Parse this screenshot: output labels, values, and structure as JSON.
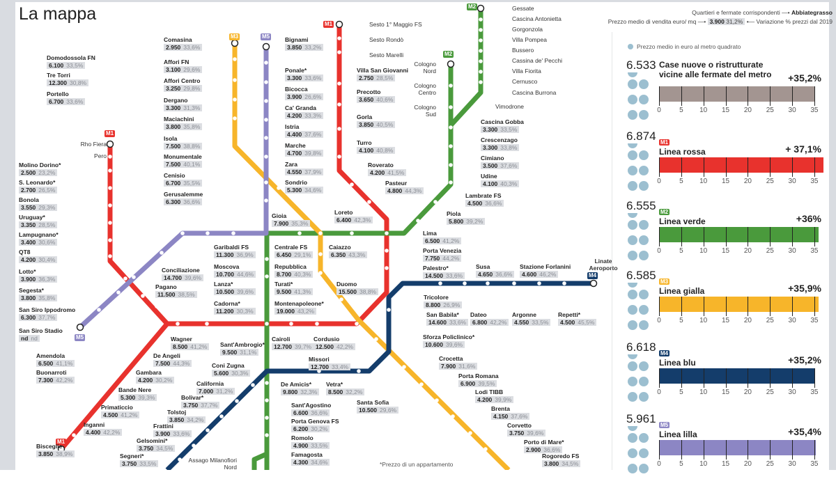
{
  "title": "La mappa",
  "legend": {
    "label_station": "Quartieri e fermate corrispondenti",
    "example_station": "Abbiategrasso",
    "label_price": "Prezzo medio di vendita euro/ mq",
    "example_price": "3.900",
    "example_pct": "31,2%",
    "label_pct": "Variazione % prezzi dal 2019"
  },
  "footnote": "*Prezzo di un appartamento",
  "lines": {
    "M1": {
      "code": "M1",
      "color": "#e8322d"
    },
    "M2": {
      "code": "M2",
      "color": "#4a9a3c"
    },
    "M3": {
      "code": "M3",
      "color": "#f7b52a"
    },
    "M4": {
      "code": "M4",
      "color": "#143d6b"
    },
    "M5": {
      "code": "M5",
      "color": "#8c86c4"
    }
  },
  "stations": [
    {
      "name": "Domodossola FN",
      "price": "6.100",
      "pct": "33,5%"
    },
    {
      "name": "Tre Torri",
      "price": "12.300",
      "pct": "30,8%"
    },
    {
      "name": "Portello",
      "price": "6.700",
      "pct": "33,6%"
    },
    {
      "name": "Molino Dorino*",
      "price": "2.500",
      "pct": "23,2%"
    },
    {
      "name": "S. Leonardo*",
      "price": "2.700",
      "pct": "26,5%"
    },
    {
      "name": "Bonola",
      "price": "3.550",
      "pct": "29,3%"
    },
    {
      "name": "Uruguay*",
      "price": "3.350",
      "pct": "28,5%"
    },
    {
      "name": "Lampugnano*",
      "price": "3.400",
      "pct": "30,6%"
    },
    {
      "name": "QT8",
      "price": "4.200",
      "pct": "30,4%"
    },
    {
      "name": "Lotto*",
      "price": "3.900",
      "pct": "36,3%"
    },
    {
      "name": "Segesta*",
      "price": "3.800",
      "pct": "35,8%"
    },
    {
      "name": "San Siro Ippodromo",
      "price": "6.300",
      "pct": "37,7%"
    },
    {
      "name": "San Siro Stadio",
      "price": "nd",
      "pct": "nd"
    },
    {
      "name": "Amendola",
      "price": "6.500",
      "pct": "41,1%"
    },
    {
      "name": "Buonarroti",
      "price": "7.300",
      "pct": "42,2%"
    },
    {
      "name": "Wagner",
      "price": "8.500",
      "pct": "41,2%"
    },
    {
      "name": "De Angeli",
      "price": "7.500",
      "pct": "44,3%"
    },
    {
      "name": "Gambara",
      "price": "4.200",
      "pct": "30,2%"
    },
    {
      "name": "Bande Nere",
      "price": "5.300",
      "pct": "39,3%"
    },
    {
      "name": "Primaticcio",
      "price": "4.500",
      "pct": "41,2%"
    },
    {
      "name": "Inganni",
      "price": "4.400",
      "pct": "42,2%"
    },
    {
      "name": "Bisceglie",
      "price": "3.850",
      "pct": "38,9%"
    },
    {
      "name": "Conciliazione",
      "price": "14.700",
      "pct": "39,6%"
    },
    {
      "name": "Pagano",
      "price": "11.500",
      "pct": "38,5%"
    },
    {
      "name": "Comasina",
      "price": "2.950",
      "pct": "33,6%"
    },
    {
      "name": "Affori FN",
      "price": "3.100",
      "pct": "29,6%"
    },
    {
      "name": "Affori Centro",
      "price": "3.250",
      "pct": "29,8%"
    },
    {
      "name": "Dergano",
      "price": "3.300",
      "pct": "31,3%"
    },
    {
      "name": "Maciachini",
      "price": "3.800",
      "pct": "35,8%"
    },
    {
      "name": "Isola",
      "price": "7.500",
      "pct": "38,8%"
    },
    {
      "name": "Monumentale",
      "price": "7.500",
      "pct": "40,1%"
    },
    {
      "name": "Cenisio",
      "price": "6.700",
      "pct": "35,5%"
    },
    {
      "name": "Gerusalemme",
      "price": "6.300",
      "pct": "36,6%"
    },
    {
      "name": "Bignami",
      "price": "3.850",
      "pct": "33,2%"
    },
    {
      "name": "Ponale*",
      "price": "3.300",
      "pct": "33,6%"
    },
    {
      "name": "Bicocca",
      "price": "3.900",
      "pct": "26,6%"
    },
    {
      "name": "Ca' Granda",
      "price": "4.200",
      "pct": "33,3%"
    },
    {
      "name": "Istria",
      "price": "4.400",
      "pct": "37,6%"
    },
    {
      "name": "Marche",
      "price": "4.700",
      "pct": "39,8%"
    },
    {
      "name": "Zara",
      "price": "4.550",
      "pct": "37,9%"
    },
    {
      "name": "Sondrio",
      "price": "5.300",
      "pct": "34,6%"
    },
    {
      "name": "Gioia",
      "price": "7.900",
      "pct": "35,3%"
    },
    {
      "name": "Garibaldi FS",
      "price": "11.300",
      "pct": "36,9%"
    },
    {
      "name": "Moscova",
      "price": "10.700",
      "pct": "44,6%"
    },
    {
      "name": "Lanza*",
      "price": "10.500",
      "pct": "39,6%"
    },
    {
      "name": "Cadorna*",
      "price": "11.200",
      "pct": "30,3%"
    },
    {
      "name": "Centrale FS",
      "price": "6.450",
      "pct": "29,1%"
    },
    {
      "name": "Caiazzo",
      "price": "6.350",
      "pct": "43,3%"
    },
    {
      "name": "Repubblica",
      "price": "8.700",
      "pct": "40,3%"
    },
    {
      "name": "Turati*",
      "price": "9.500",
      "pct": "41,3%"
    },
    {
      "name": "Montenapoleone*",
      "price": "19.000",
      "pct": "43,2%"
    },
    {
      "name": "Duomo",
      "price": "15.500",
      "pct": "38,8%"
    },
    {
      "name": "Cairoli",
      "price": "12.700",
      "pct": "39,7%"
    },
    {
      "name": "Cordusio",
      "price": "12.500",
      "pct": "42,2%"
    },
    {
      "name": "Sant'Ambrogio*",
      "price": "9.500",
      "pct": "31,1%"
    },
    {
      "name": "Missori",
      "price": "12.700",
      "pct": "33,4%"
    },
    {
      "name": "Coni Zugna",
      "price": "5.600",
      "pct": "30,3%"
    },
    {
      "name": "California",
      "price": "7.000",
      "pct": "31,2%"
    },
    {
      "name": "Bolivar*",
      "price": "3.750",
      "pct": "37,7%"
    },
    {
      "name": "Tolstoj",
      "price": "3.850",
      "pct": "34,2%"
    },
    {
      "name": "Frattini",
      "price": "3.900",
      "pct": "33,6%"
    },
    {
      "name": "Gelsomini*",
      "price": "3.750",
      "pct": "34,5%"
    },
    {
      "name": "Segneri*",
      "price": "3.750",
      "pct": "33,5%"
    },
    {
      "name": "De Amicis*",
      "price": "9.800",
      "pct": "32,3%"
    },
    {
      "name": "Vetra*",
      "price": "8.500",
      "pct": "32,2%"
    },
    {
      "name": "Santa Sofia",
      "price": "10.500",
      "pct": "29,6%"
    },
    {
      "name": "Sant'Agostino",
      "price": "6.600",
      "pct": "36,6%"
    },
    {
      "name": "Porta Genova FS",
      "price": "6.200",
      "pct": "30,2%"
    },
    {
      "name": "Romolo",
      "price": "4.900",
      "pct": "33,5%"
    },
    {
      "name": "Famagosta",
      "price": "4.300",
      "pct": "34,6%"
    },
    {
      "name": "Villa San Giovanni",
      "price": "2.750",
      "pct": "28,5%"
    },
    {
      "name": "Precotto",
      "price": "3.650",
      "pct": "40,6%"
    },
    {
      "name": "Gorla",
      "price": "3.850",
      "pct": "40,5%"
    },
    {
      "name": "Turro",
      "price": "4.100",
      "pct": "40,8%"
    },
    {
      "name": "Roverato",
      "price": "4.200",
      "pct": "41,5%"
    },
    {
      "name": "Pasteur",
      "price": "4.800",
      "pct": "44,3%"
    },
    {
      "name": "Loreto",
      "price": "6.400",
      "pct": "42,3%"
    },
    {
      "name": "Lima",
      "price": "6.500",
      "pct": "41,2%"
    },
    {
      "name": "Porta Venezia",
      "price": "7.750",
      "pct": "44,2%"
    },
    {
      "name": "Palestro*",
      "price": "14.500",
      "pct": "33,6%"
    },
    {
      "name": "Tricolore",
      "price": "8.800",
      "pct": "26,9%"
    },
    {
      "name": "San Babila*",
      "price": "14.600",
      "pct": "33,6%"
    },
    {
      "name": "Dateo",
      "price": "6.800",
      "pct": "42,2%"
    },
    {
      "name": "Argonne",
      "price": "4.550",
      "pct": "33,5%"
    },
    {
      "name": "Repetti*",
      "price": "4.500",
      "pct": "45,5%"
    },
    {
      "name": "Susa",
      "price": "4.650",
      "pct": "36,6%"
    },
    {
      "name": "Stazione Forlanini",
      "price": "4.600",
      "pct": "46,2%"
    },
    {
      "name": "Sforza Policlinico*",
      "price": "10.600",
      "pct": "39,6%"
    },
    {
      "name": "Crocetta",
      "price": "7.900",
      "pct": "31,6%"
    },
    {
      "name": "Porta Romana",
      "price": "6.900",
      "pct": "39,5%"
    },
    {
      "name": "Lodi TIBB",
      "price": "4.200",
      "pct": "39,9%"
    },
    {
      "name": "Brenta",
      "price": "4.150",
      "pct": "37,6%"
    },
    {
      "name": "Corvetto",
      "price": "3.750",
      "pct": "39,6%"
    },
    {
      "name": "Porto di Mare*",
      "price": "2.900",
      "pct": "36,6%"
    },
    {
      "name": "Rogoredo FS",
      "price": "3.800",
      "pct": "34,5%"
    },
    {
      "name": "Cascina Gobba",
      "price": "3.300",
      "pct": "33,5%"
    },
    {
      "name": "Crescenzago",
      "price": "3.300",
      "pct": "33,8%"
    },
    {
      "name": "Cimiano",
      "price": "3.500",
      "pct": "37,6%"
    },
    {
      "name": "Udine",
      "price": "4.100",
      "pct": "40,3%"
    },
    {
      "name": "Lambrate FS",
      "price": "4.500",
      "pct": "36,6%"
    },
    {
      "name": "Piola",
      "price": "5.800",
      "pct": "39,2%"
    }
  ],
  "plain_stations": [
    "Rho Fiera",
    "Pero",
    "Sesto 1° Maggio FS",
    "Sesto Rondò",
    "Sesto Marelli",
    "Gessate",
    "Cascina Antonietta",
    "Gorgonzola",
    "Villa Pompea",
    "Bussero",
    "Cassina de' Pecchi",
    "Villa Fiorita",
    "Cernusco",
    "Cascina Burrona",
    "Vimodrone",
    "Cologno Nord",
    "Cologno Centro",
    "Cologno Sud",
    "Linate Aeroporto",
    "Assago Milanofiori Nord"
  ],
  "panel": {
    "header": "Prezzo medio in euro al metro quadrato",
    "axis_ticks": [
      0,
      5,
      10,
      15,
      20,
      25,
      30,
      35
    ],
    "blocks": [
      {
        "avg": "6.533",
        "label": "Case nuove o ristrutturate vicine alle fermate del metro",
        "line": "",
        "pct_label": "+35,2%",
        "pct": 35.2,
        "color": "#a39591"
      },
      {
        "avg": "6.874",
        "label": "Linea rossa",
        "line": "M1",
        "pct_label": "+ 37,1%",
        "pct": 37.1,
        "color": "#e8322d"
      },
      {
        "avg": "6.555",
        "label": "Linea verde",
        "line": "M2",
        "pct_label": "+36%",
        "pct": 36,
        "color": "#4a9a3c"
      },
      {
        "avg": "6.585",
        "label": "Linea gialla",
        "line": "M3",
        "pct_label": "+35,9%",
        "pct": 35.9,
        "color": "#f7b52a"
      },
      {
        "avg": "6.618",
        "label": "Linea blu",
        "line": "M4",
        "pct_label": "+35,2%",
        "pct": 35.2,
        "color": "#143d6b"
      },
      {
        "avg": "5.961",
        "label": "Linea lilla",
        "line": "M5",
        "pct_label": "+35,4%",
        "pct": 35.4,
        "color": "#8c86c4"
      }
    ]
  }
}
